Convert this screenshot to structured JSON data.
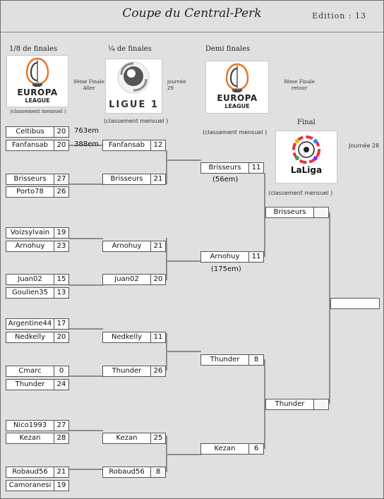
{
  "header": {
    "title": "Coupe du Central-Perk",
    "edition": "Edition : 13"
  },
  "rounds": {
    "r16": {
      "title": "1/8 de finales",
      "note": "(classement mensuel )",
      "leg": "8ème Finale\nAller"
    },
    "qf": {
      "title": "¼ de finales",
      "note": "(classement mensuel )",
      "journee": "Journée\n29"
    },
    "sf": {
      "title": "Demi finales",
      "note": "(classement mensuel )",
      "leg": "8ème Finale\nretour"
    },
    "final": {
      "title": "Final",
      "note": "(classement mensuel )",
      "journee": "Journée 28"
    }
  },
  "logos": {
    "europa": {
      "top": "UEFA",
      "line1": "EUROPA",
      "line2": "LEAGUE"
    },
    "ligue1": {
      "text": "LIGUE 1"
    },
    "laliga": {
      "text": "LaLiga"
    }
  },
  "r16": [
    {
      "name": "Celtibus",
      "score": "20",
      "extra": "763em"
    },
    {
      "name": "Fanfansab",
      "score": "20",
      "extra": "388em"
    },
    {
      "name": "Brisseurs",
      "score": "27"
    },
    {
      "name": "Porto78",
      "score": "26"
    },
    {
      "name": "Voizsylvain",
      "score": "19"
    },
    {
      "name": "Arnohuy",
      "score": "23"
    },
    {
      "name": "Juan02",
      "score": "15"
    },
    {
      "name": "Goulien35",
      "score": "13"
    },
    {
      "name": "Argentine44",
      "score": "17"
    },
    {
      "name": "Nedkelly",
      "score": "20"
    },
    {
      "name": "Cmarc",
      "score": "0"
    },
    {
      "name": "Thunder",
      "score": "24"
    },
    {
      "name": "Nico1993",
      "score": "27"
    },
    {
      "name": "Kezan",
      "score": "28"
    },
    {
      "name": "Robaud56",
      "score": "21"
    },
    {
      "name": "Camoranesi",
      "score": "19"
    }
  ],
  "qf": [
    {
      "name": "Fanfansab",
      "score": "12"
    },
    {
      "name": "Brisseurs",
      "score": "21"
    },
    {
      "name": "Arnohuy",
      "score": "21"
    },
    {
      "name": "Juan02",
      "score": "20"
    },
    {
      "name": "Nedkelly",
      "score": "11"
    },
    {
      "name": "Thunder",
      "score": "26"
    },
    {
      "name": "Kezan",
      "score": "25"
    },
    {
      "name": "Robaud56",
      "score": "8"
    }
  ],
  "sf": [
    {
      "name": "Brisseurs",
      "score": "11",
      "extra": "(56em)"
    },
    {
      "name": "Arnohuy",
      "score": "11",
      "extra": "(175em)"
    },
    {
      "name": "Thunder",
      "score": "8"
    },
    {
      "name": "Kezan",
      "score": "6"
    }
  ],
  "final": [
    {
      "name": "Brisseurs",
      "score": ""
    },
    {
      "name": "Thunder",
      "score": ""
    }
  ],
  "winner": {
    "name": ""
  }
}
